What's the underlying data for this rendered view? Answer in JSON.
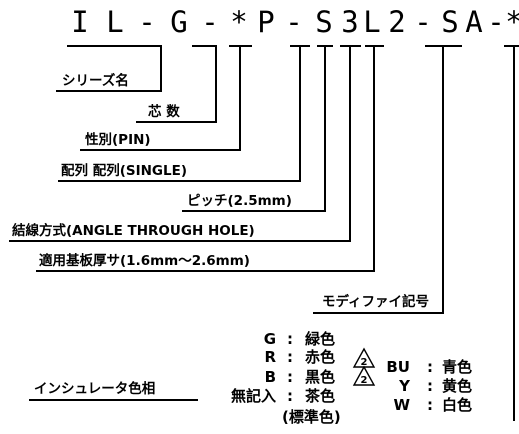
{
  "part_number": {
    "chars": [
      "I",
      "L",
      "-",
      "G",
      "-",
      "*",
      "P",
      "-",
      "S",
      "3",
      "L",
      "2",
      "-",
      "S",
      "A",
      "-",
      "*"
    ]
  },
  "fields": [
    {
      "id": "series",
      "label": "シリーズ名"
    },
    {
      "id": "cores",
      "label": "芯 数"
    },
    {
      "id": "gender",
      "label": "性別(PIN)"
    },
    {
      "id": "arrangement",
      "label": "配列 配列(SINGLE)"
    },
    {
      "id": "pitch",
      "label": "ピッチ(2.5mm)"
    },
    {
      "id": "connection",
      "label": "結線方式(ANGLE THROUGH HOLE)"
    },
    {
      "id": "board",
      "label": "適用基板厚サ(1.6mm～2.6mm)"
    },
    {
      "id": "modifier",
      "label": "モディファイ記号"
    },
    {
      "id": "insulator",
      "label": "インシュレータ色相"
    }
  ],
  "colors_left": [
    {
      "code": "G",
      "sep": ":",
      "name": "緑色"
    },
    {
      "code": "R",
      "sep": ":",
      "name": "赤色"
    },
    {
      "code": "B",
      "sep": ":",
      "name": "黒色"
    },
    {
      "code": "無記入",
      "sep": ":",
      "name": "茶色"
    }
  ],
  "colors_note": "(標準色)",
  "colors_right": [
    {
      "code": "BU",
      "sep": ":",
      "name": "青色"
    },
    {
      "code": "Y",
      "sep": ":",
      "name": "黄色"
    },
    {
      "code": "W",
      "sep": ":",
      "name": "白色"
    }
  ],
  "revision_mark": "2",
  "colors": {
    "ink": "#000000",
    "background": "#ffffff"
  }
}
